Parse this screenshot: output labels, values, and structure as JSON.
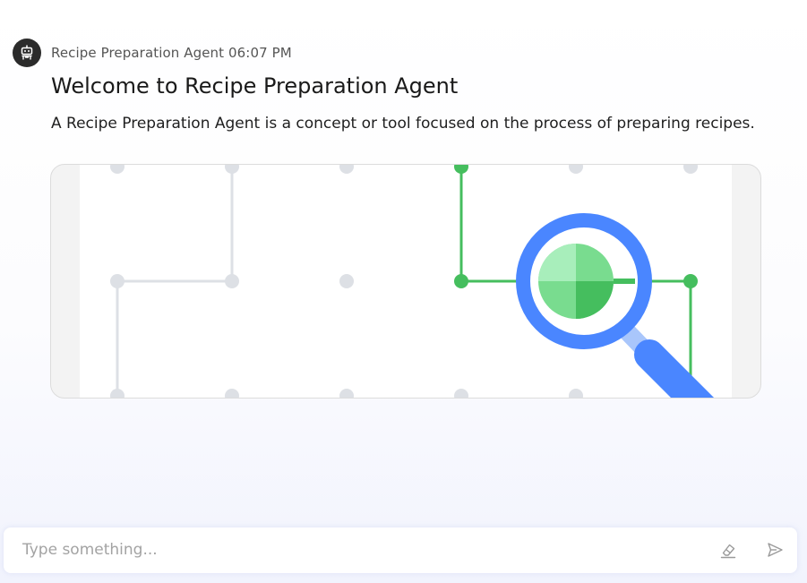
{
  "message": {
    "sender": "Recipe Preparation Agent",
    "time": "06:07 PM",
    "title": "Welcome to Recipe Preparation Agent",
    "body": "A Recipe Preparation Agent is a concept or tool focused on the process of preparing recipes.",
    "avatar_icon": "robot-icon",
    "illustration_icon": "magnifying-glass-network-icon"
  },
  "input": {
    "placeholder": "Type something...",
    "value": "",
    "clear_icon": "eraser-icon",
    "send_icon": "send-icon"
  },
  "colors": {
    "accent_blue": "#4a86ff",
    "accent_green": "#45be5e",
    "node_gray": "#dde0e5",
    "avatar_bg": "#2b2b2b"
  }
}
